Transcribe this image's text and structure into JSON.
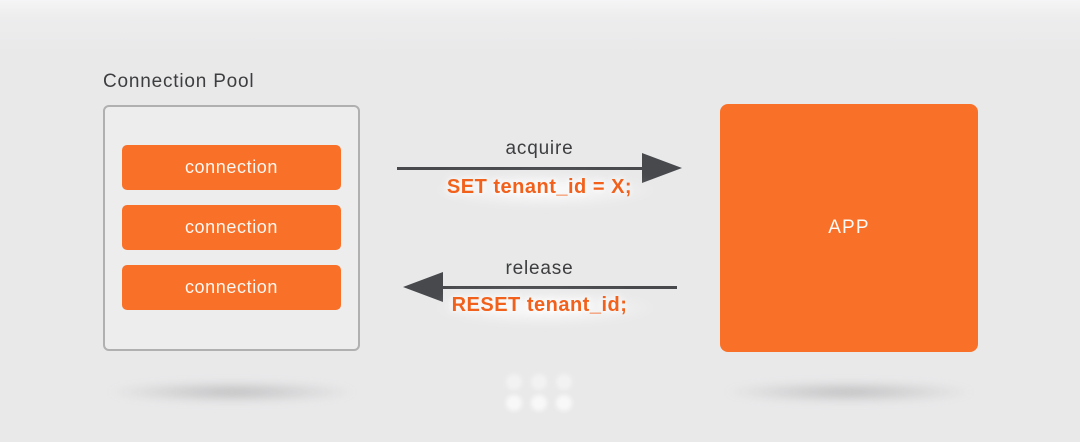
{
  "colors": {
    "background": "#E9E9EA",
    "orange": "#F97129",
    "code_orange": "#F2611C",
    "text_dark": "#3D3E40",
    "arrow_gray": "#47494D",
    "pool_border": "#B0B0B0"
  },
  "pool": {
    "title": "Connection Pool",
    "connections": [
      "connection",
      "connection",
      "connection"
    ]
  },
  "flows": {
    "acquire": {
      "label": "acquire",
      "statement": "SET tenant_id = X;"
    },
    "release": {
      "label": "release",
      "statement": "RESET tenant_id;"
    }
  },
  "app": {
    "label": "APP"
  },
  "decoration": {
    "dots_icon": "six-dots-grid"
  }
}
